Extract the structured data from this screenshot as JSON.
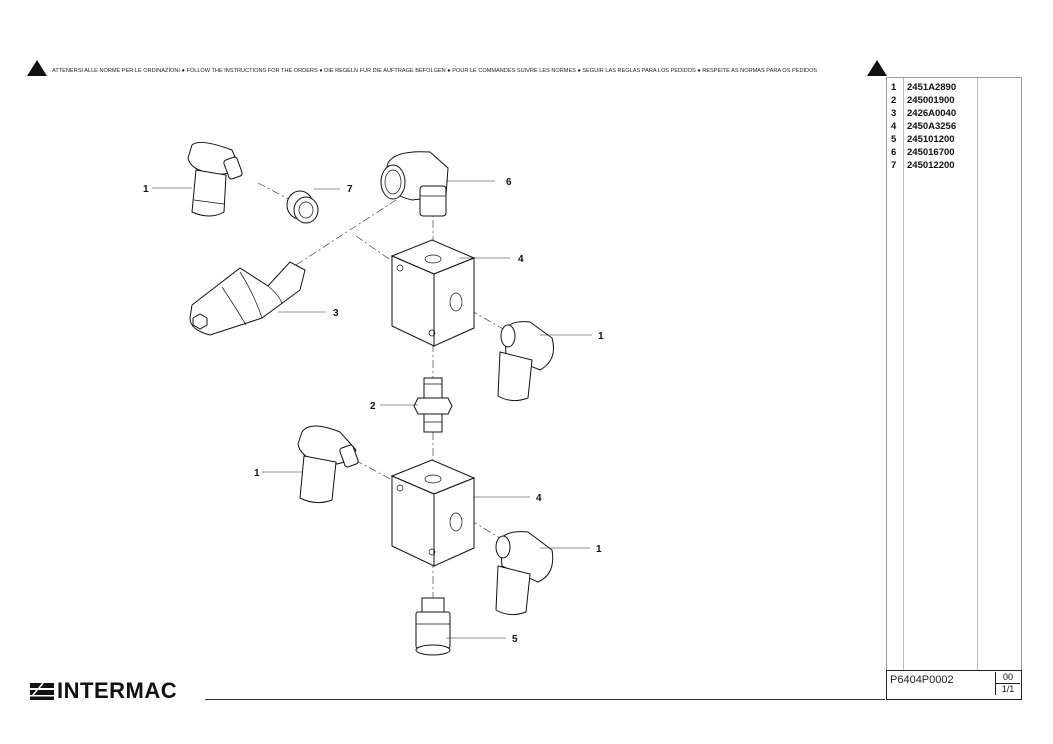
{
  "header": {
    "warning_text": "ATTENERSI ALLE NORME PER LE ORDINAZIONI ● FOLLOW THE INSTRUCTIONS FOR THE ORDERS ● DIE REGELN FUR DIE AUFTRAGE BEFOLGEN ● POUR LE COMMANDES SUIVRE LES NORMES ● SEGUIR LAS REGLAS PARA LOS PEDIDOS ● RESPEITE AS NORMAS PARA OS PEDIDOS"
  },
  "parts": [
    {
      "num": "1",
      "code": "2451A2890"
    },
    {
      "num": "2",
      "code": "245001900"
    },
    {
      "num": "3",
      "code": "2426A0040"
    },
    {
      "num": "4",
      "code": "2450A3256"
    },
    {
      "num": "5",
      "code": "245101200"
    },
    {
      "num": "6",
      "code": "245016700"
    },
    {
      "num": "7",
      "code": "245012200"
    }
  ],
  "callouts": [
    "1",
    "7",
    "6",
    "4",
    "3",
    "1",
    "2",
    "1",
    "4",
    "1",
    "5"
  ],
  "footer": {
    "brand": "INTERMAC",
    "drawing_code": "P6404P0002",
    "revision": "00",
    "page": "1/1"
  },
  "colors": {
    "ink": "#111111",
    "rule": "#999999"
  }
}
